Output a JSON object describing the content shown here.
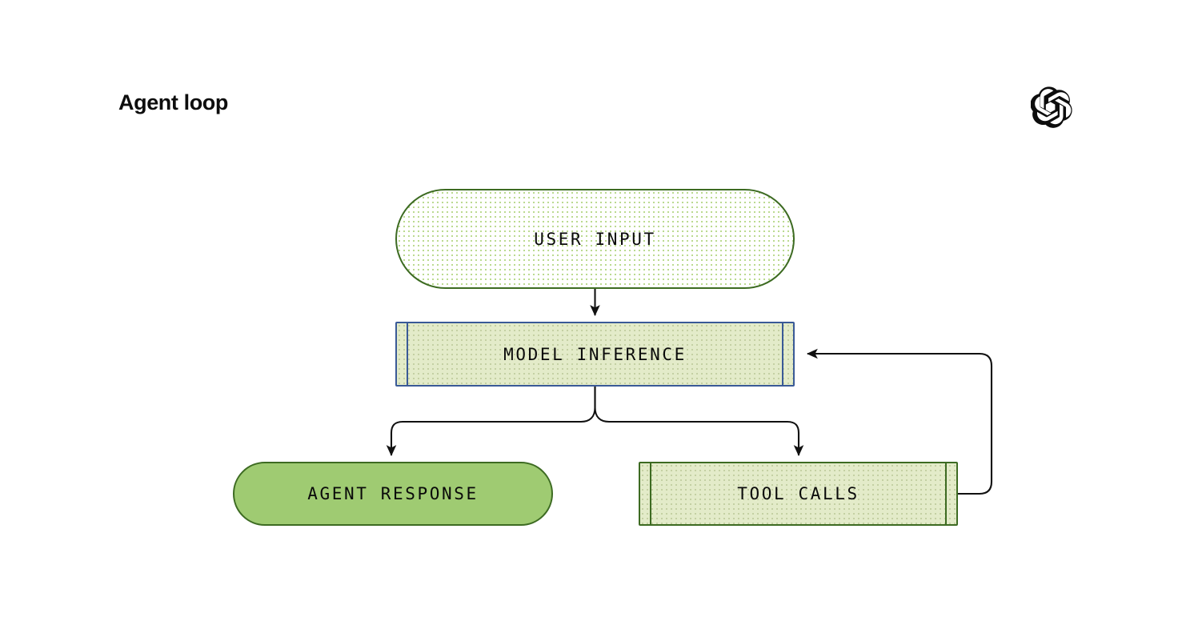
{
  "header": {
    "title": "Agent loop",
    "logo_icon": "openai-logo-icon"
  },
  "theme": {
    "background": "#ffffff",
    "text": "#0d0d0d",
    "border_green": "#3d6b22",
    "border_blue": "#3a5a97",
    "fill_solid_green": "#9fcb72",
    "fill_dotted_green": "#e3ebc9",
    "dot_color": "#b9d98d",
    "connector": "#111111"
  },
  "diagram": {
    "type": "flowchart",
    "title": "Agent loop",
    "nodes": [
      {
        "id": "user-input",
        "label": "USER INPUT",
        "shape": "stadium",
        "fill": "dotted-white",
        "border_color": "#3d6b22"
      },
      {
        "id": "model-inference",
        "label": "MODEL INFERENCE",
        "shape": "subroutine",
        "fill": "dotted-green",
        "border_color": "#3a5a97"
      },
      {
        "id": "agent-response",
        "label": "AGENT RESPONSE",
        "shape": "stadium",
        "fill": "solid-green",
        "border_color": "#3d6b22"
      },
      {
        "id": "tool-calls",
        "label": "TOOL CALLS",
        "shape": "subroutine",
        "fill": "dotted-green",
        "border_color": "#3d6b22"
      }
    ],
    "edges": [
      {
        "id": "edge-user-to-model",
        "from": "user-input",
        "to": "model-inference",
        "label": ""
      },
      {
        "id": "edge-model-to-response",
        "from": "model-inference",
        "to": "agent-response",
        "label": ""
      },
      {
        "id": "edge-model-to-tools",
        "from": "model-inference",
        "to": "tool-calls",
        "label": ""
      },
      {
        "id": "edge-tools-to-model",
        "from": "tool-calls",
        "to": "model-inference",
        "label": ""
      }
    ]
  }
}
